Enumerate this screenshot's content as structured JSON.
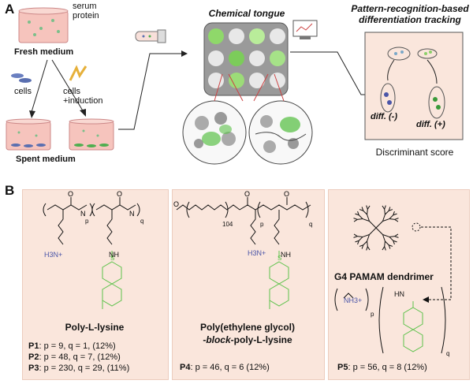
{
  "panel_a": {
    "letter": "A",
    "serum_protein": "serum\nprotein",
    "fresh_medium": "Fresh medium",
    "cells": "cells",
    "cells_induction": "cells\n+induction",
    "spent_medium": "Spent medium",
    "chemical_tongue": "Chemical tongue",
    "pattern_title": "Pattern-recognition-based\ndifferentiation tracking",
    "diff_neg": "diff. (-)",
    "diff_pos": "diff. (+)",
    "discriminant": "Discriminant score"
  },
  "panel_b": {
    "letter": "B",
    "p_sub": "p",
    "q_sub": "q",
    "amine": "H3N+",
    "nh": "NH",
    "so2": "S",
    "peg_n": "104",
    "pll": {
      "name": "Poly-L-lysine",
      "params": [
        {
          "label": "P1",
          "text": ": p = 9,     q = 1,   (12%)"
        },
        {
          "label": "P2",
          "text": ": p = 48,   q = 7,   (12%)"
        },
        {
          "label": "P3",
          "text": ": p = 230, q = 29, (11%)"
        }
      ]
    },
    "peg": {
      "name_line1": "Poly(ethylene glycol)",
      "name_line2_prefix": "-",
      "name_line2_ital": "block",
      "name_line2_suffix": "-poly-L-lysine",
      "param_label": "P4",
      "param_text": ": p = 46, q = 6 (12%)"
    },
    "pamam": {
      "name": "G4 PAMAM dendrimer",
      "nh3": "NH3+",
      "hn": "HN",
      "param_label": "P5",
      "param_text": ": p = 56, q = 8 (12%)"
    }
  },
  "colors": {
    "panel_bg": "#fae6dc",
    "dansyl_green": "#5cc24a",
    "amine_blue": "#4a55a8",
    "medium_pink": "#f4b8b0"
  }
}
